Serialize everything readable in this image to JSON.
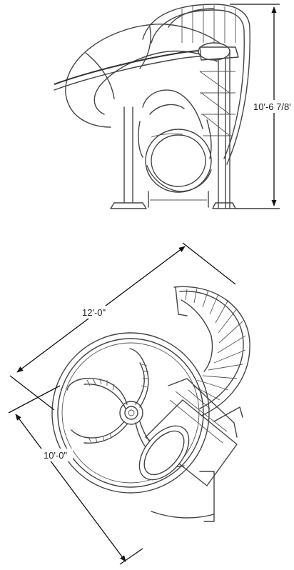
{
  "dimensions": {
    "height": "10'-6 7/8'",
    "length": "12'-0\"",
    "width": "10'-0\""
  },
  "colors": {
    "line": "#444444",
    "dimension": "#111111",
    "background": "#ffffff"
  }
}
